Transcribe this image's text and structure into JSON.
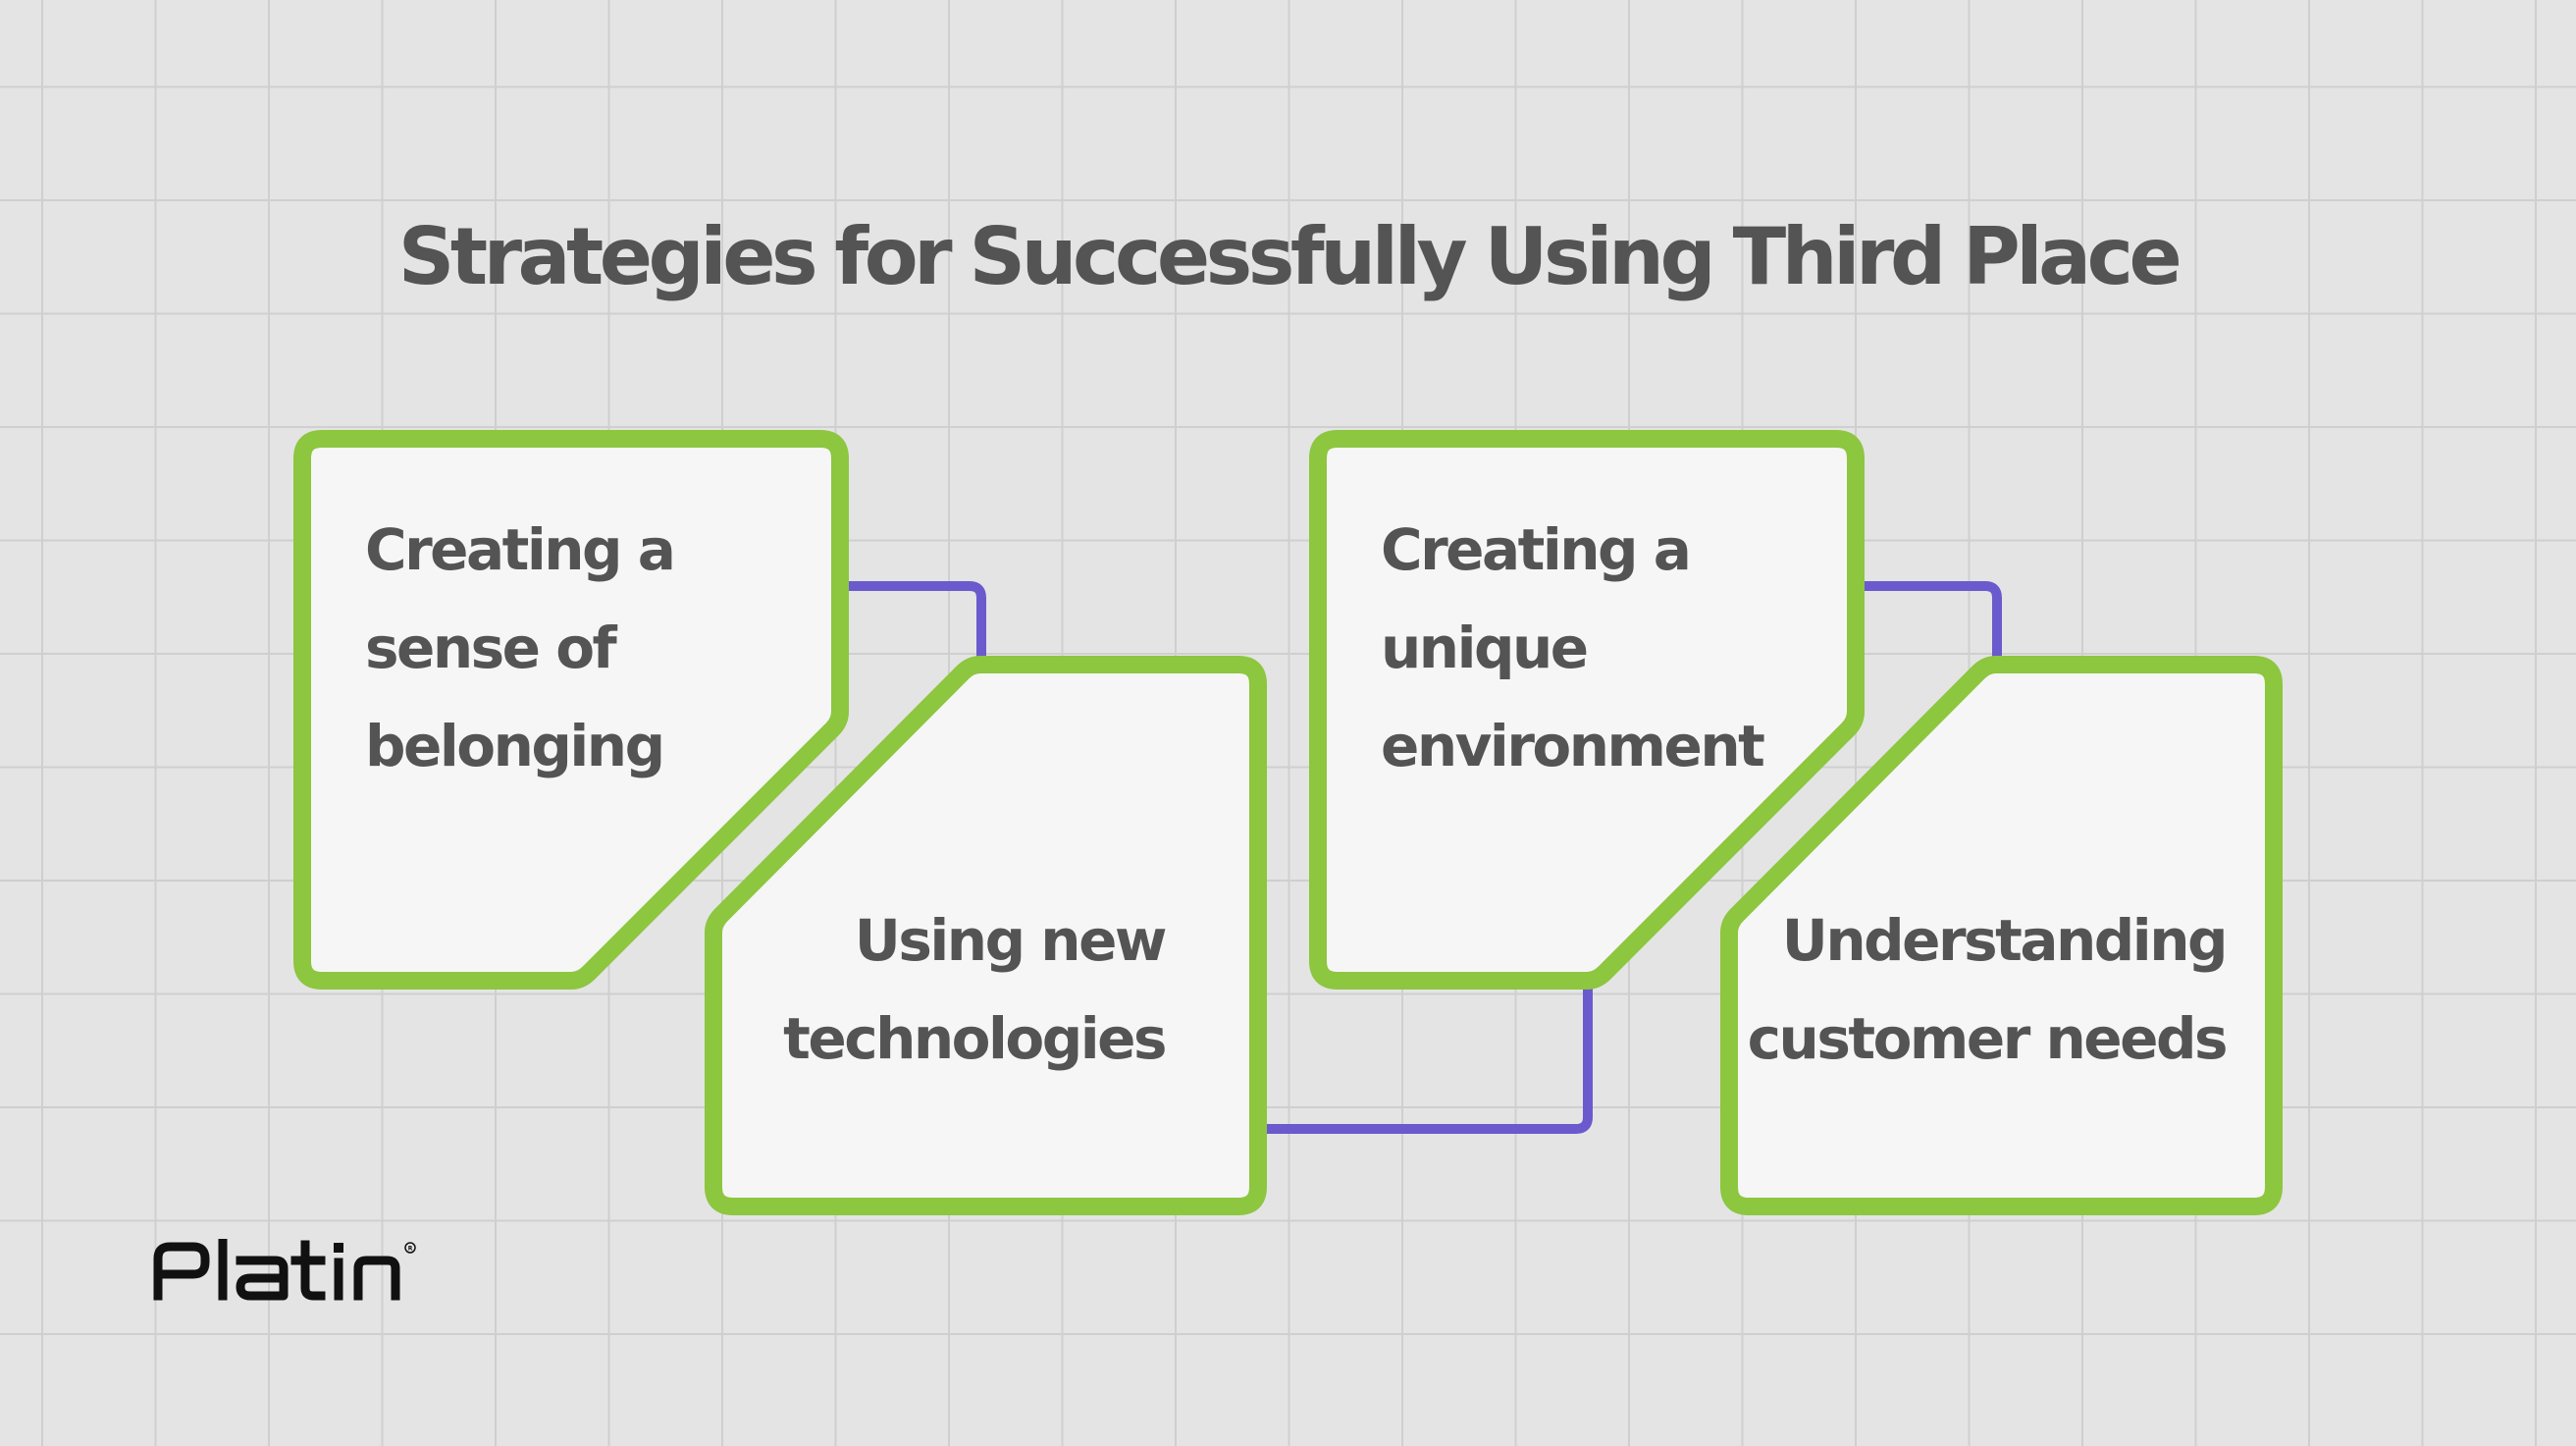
{
  "title": "Strategies for Successfully Using Third Place",
  "colors": {
    "background": "#e4e4e4",
    "grid_line": "#cfcfcf",
    "card_border": "#8dc63f",
    "card_fill": "#f6f6f6",
    "connector": "#6a5acd",
    "text": "#545454",
    "logo": "#111111"
  },
  "cards": [
    {
      "lines": [
        "Creating a",
        "sense of",
        "belonging"
      ]
    },
    {
      "lines": [
        "Using new",
        "technologies"
      ]
    },
    {
      "lines": [
        "Creating a",
        "unique",
        "environment"
      ]
    },
    {
      "lines": [
        "Understanding",
        "customer needs"
      ]
    }
  ],
  "logo": {
    "text": "Platin",
    "mark": "®"
  }
}
